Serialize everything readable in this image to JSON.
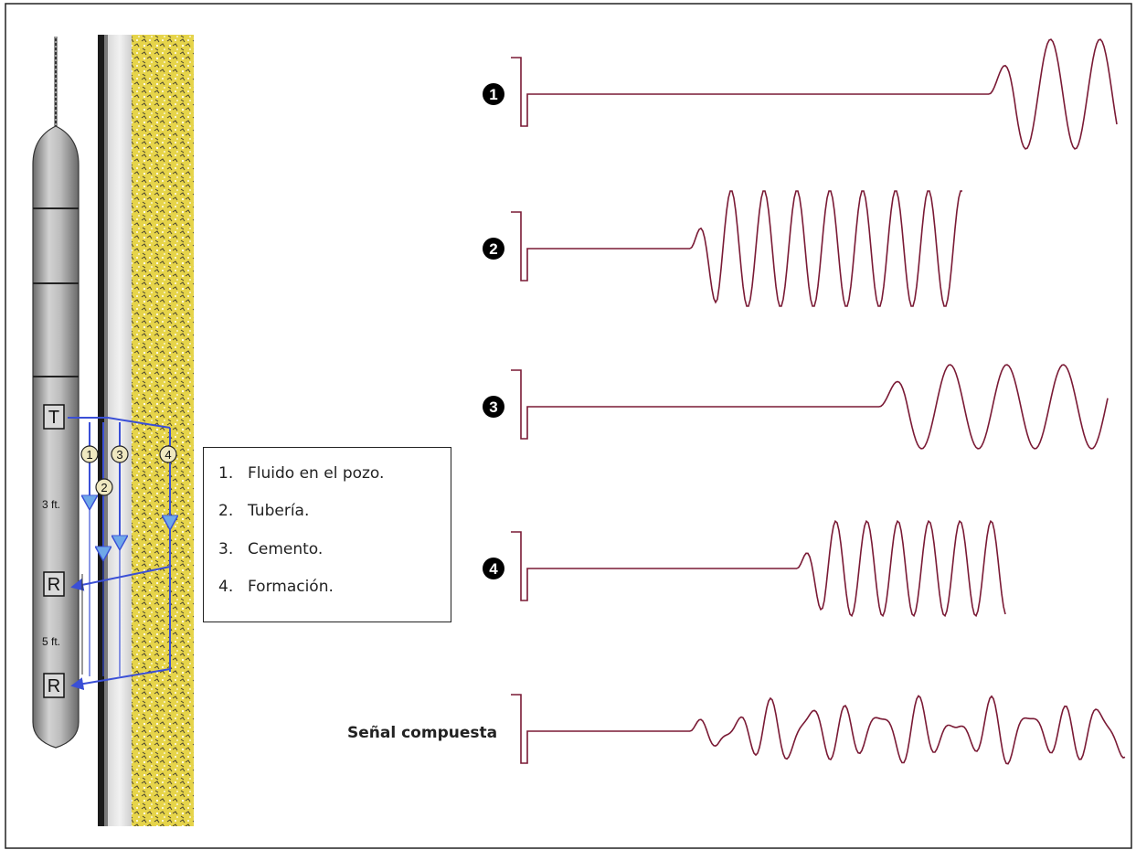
{
  "tool": {
    "transmitter": "T",
    "receiver_near": "R",
    "receiver_far": "R",
    "spacing_near": "3 ft.",
    "spacing_far": "5 ft."
  },
  "paths": [
    {
      "marker": "1"
    },
    {
      "marker": "2"
    },
    {
      "marker": "3"
    },
    {
      "marker": "4"
    }
  ],
  "legend": [
    {
      "num": "1.",
      "text": "Fluido en el pozo."
    },
    {
      "num": "2.",
      "text": "Tubería."
    },
    {
      "num": "3.",
      "text": "Cemento."
    },
    {
      "num": "4.",
      "text": "Formación."
    }
  ],
  "waveforms": [
    {
      "marker": "1"
    },
    {
      "marker": "2"
    },
    {
      "marker": "3"
    },
    {
      "marker": "4"
    },
    {
      "marker": "",
      "label": "Señal compuesta"
    }
  ],
  "colors": {
    "wave": "#7a1a35",
    "ray": "#3344cc",
    "tool": "#8e8e8e",
    "formation": "#e6d44a"
  }
}
